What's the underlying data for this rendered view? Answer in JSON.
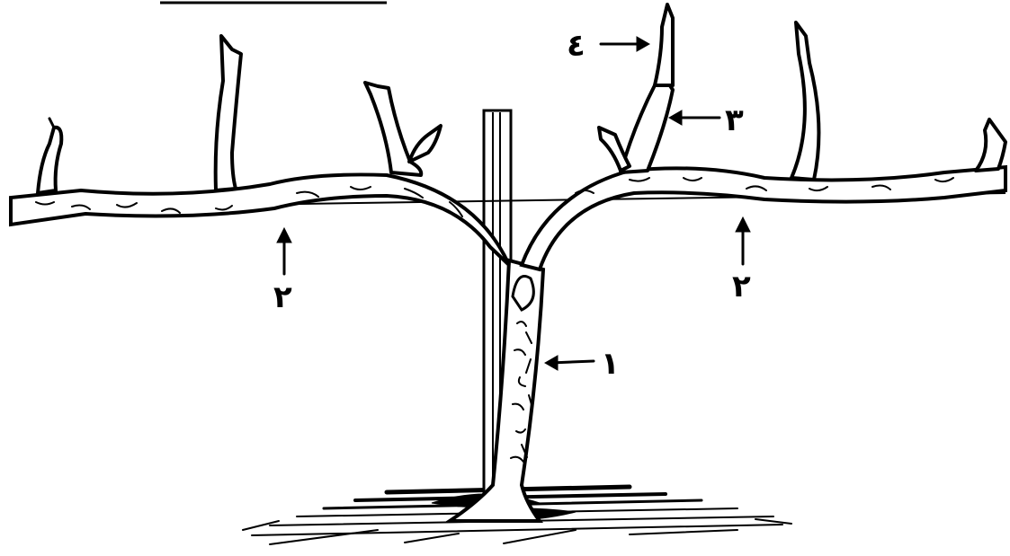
{
  "diagram": {
    "colors": {
      "ink": "#000000",
      "paper": "#ffffff"
    },
    "labels": {
      "trunk": "١",
      "cordon_left": "٢",
      "cordon_right": "٢",
      "spur": "٣",
      "shoot_tip": "٤"
    }
  }
}
